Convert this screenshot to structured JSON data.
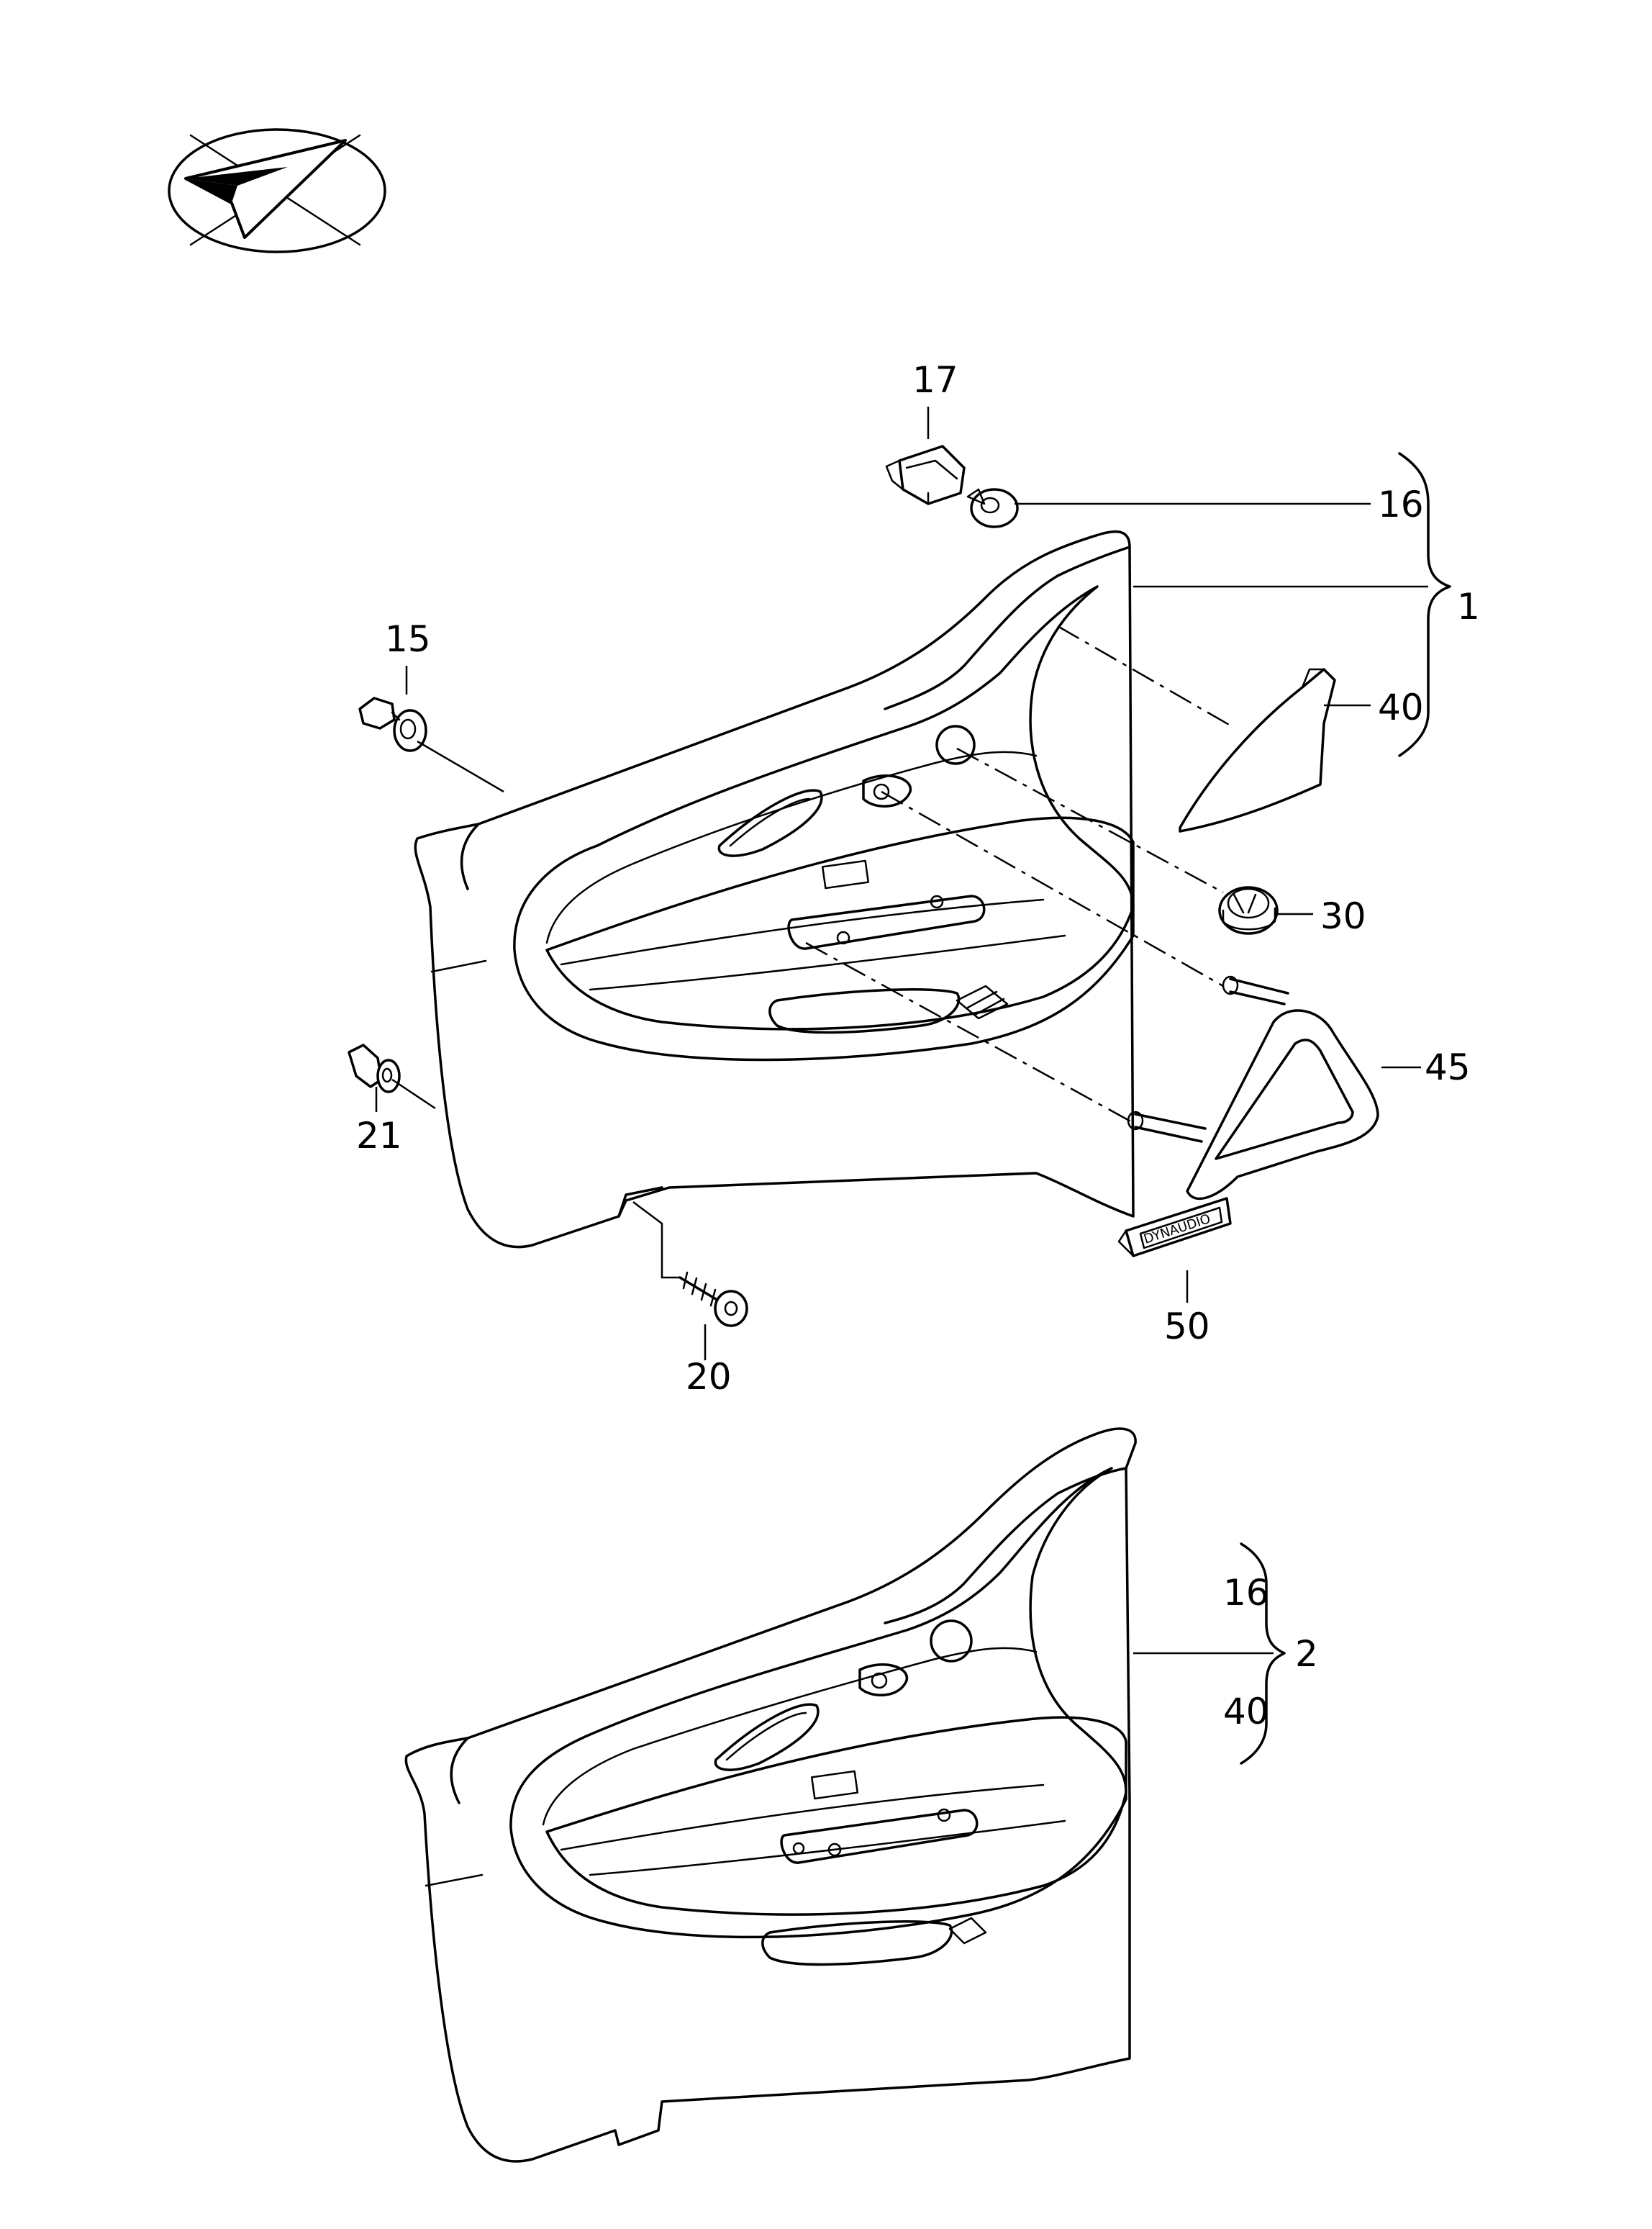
{
  "callouts": {
    "c17": "17",
    "c16": "16",
    "c1": "1",
    "c15": "15",
    "c40": "40",
    "c30": "30",
    "c45": "45",
    "c21": "21",
    "c50": "50",
    "c20": "20",
    "c16b": "16",
    "c2": "2",
    "c40b": "40"
  },
  "badge_text": "DYNAUDIO",
  "icons": {
    "orientation": "direction-arrow-icon"
  }
}
